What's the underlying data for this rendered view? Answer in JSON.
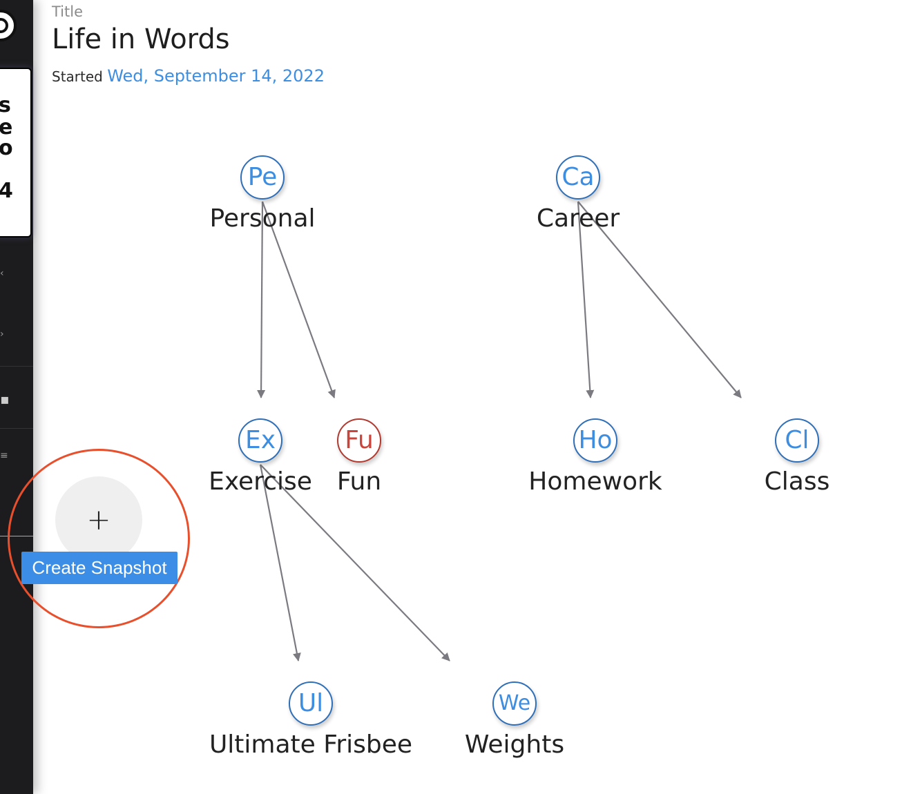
{
  "header": {
    "caption": "Title",
    "title": "Life in Words",
    "started_label": "Started",
    "started_date": "Wed, September 14, 2022"
  },
  "snapshot": {
    "plus": "+",
    "label": "Create Snapshot"
  },
  "colors": {
    "blue": "#3d8ee0",
    "red": "#c9443a",
    "highlight": "#e8502d",
    "edge": "#7a7a80"
  },
  "nodes": [
    {
      "id": "pe",
      "abbr": "Pe",
      "label": "Personal",
      "color": "blue"
    },
    {
      "id": "ca",
      "abbr": "Ca",
      "label": "Career",
      "color": "blue"
    },
    {
      "id": "ex",
      "abbr": "Ex",
      "label": "Exercise",
      "color": "blue"
    },
    {
      "id": "fu",
      "abbr": "Fu",
      "label": "Fun",
      "color": "red"
    },
    {
      "id": "ho",
      "abbr": "Ho",
      "label": "Homework",
      "color": "blue"
    },
    {
      "id": "cl",
      "abbr": "Cl",
      "label": "Class",
      "color": "blue"
    },
    {
      "id": "ul",
      "abbr": "Ul",
      "label": "Ultimate Frisbee",
      "color": "blue"
    },
    {
      "id": "we",
      "abbr": "We",
      "label": "Weights",
      "color": "blue"
    }
  ],
  "edges": [
    {
      "from": "pe",
      "to": "ex"
    },
    {
      "from": "pe",
      "to": "fu"
    },
    {
      "from": "ca",
      "to": "ho"
    },
    {
      "from": "ca",
      "to": "cl"
    },
    {
      "from": "ex",
      "to": "ul"
    },
    {
      "from": "ex",
      "to": "we"
    }
  ]
}
